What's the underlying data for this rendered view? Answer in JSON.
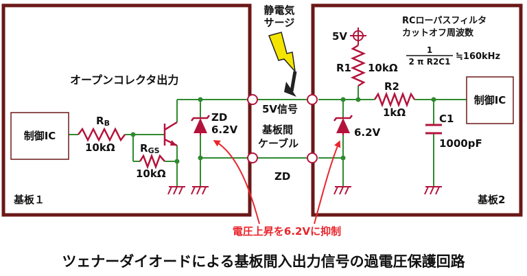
{
  "labels": {
    "static_surge_1": "静電気",
    "static_surge_2": "サージ",
    "open_collector": "オープンコレクタ出力",
    "ctrl_ic_left": "制御IC",
    "rb_main": "R",
    "rb_sub": "B",
    "rb_val": "10kΩ",
    "rgs_main": "R",
    "rgs_sub": "GS",
    "rgs_val": "10kΩ",
    "zd_left": "ZD",
    "zd_left_val": "6.2V",
    "signal_5v": "5V信号",
    "cable_1": "基板間",
    "cable_2": "ケーブル",
    "zd_middle": "ZD",
    "board1": "基板１",
    "board2": "基板2",
    "vcc_5v": "5V",
    "r1": "R1",
    "r1_val": "10kΩ",
    "r2": "R2",
    "r2_val": "1kΩ",
    "c1": "C1",
    "c1_val": "1000pF",
    "zd_right_val": "6.2V",
    "ctrl_ic_right": "制御IC",
    "rc_title_1": "RCローパスフィルタ",
    "rc_title_2": "カットオフ周波数",
    "formula_num": "1",
    "formula_den": "2 π R2C1",
    "formula_result": "≒160kHz",
    "clamp_note": "電圧上昇を6.2Vに抑制",
    "main_title": "ツェナーダイオードによる基板間入出力信号の過電圧保護回路"
  },
  "colors": {
    "board_border": "#6b1818",
    "wire": "#2f8a2f",
    "component": "#b3133a",
    "accent_red": "#e8262c",
    "lightning": "#f4e500"
  }
}
